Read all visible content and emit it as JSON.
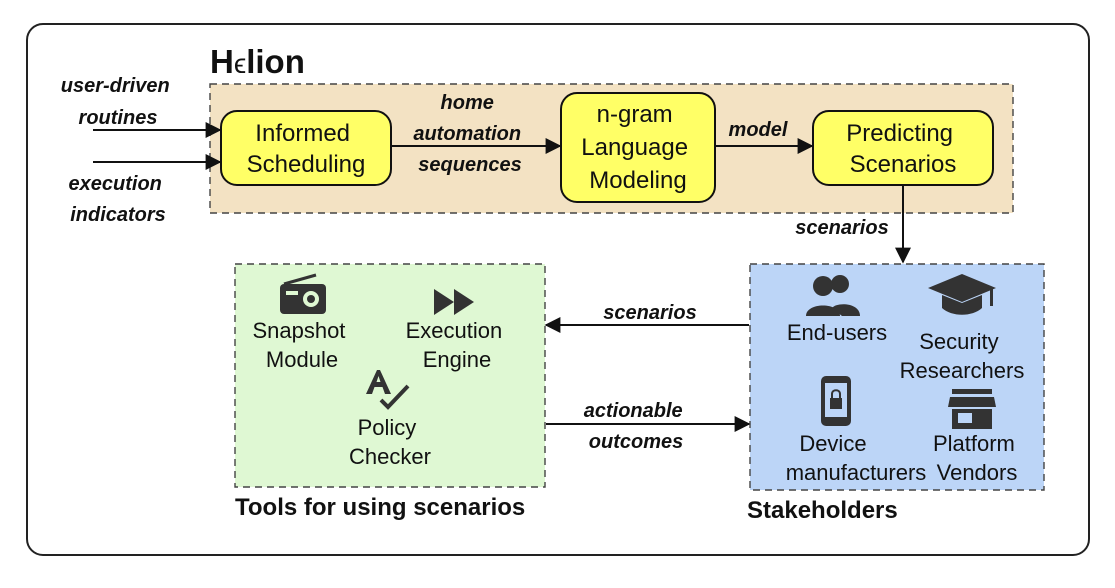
{
  "system": {
    "name": "Hϵlion",
    "name_prefix": "H",
    "name_mid": "ϵ",
    "name_suffix": "lion"
  },
  "inputs": {
    "routines": [
      "user-driven",
      "routines"
    ],
    "indicators": [
      "execution",
      "indicators"
    ]
  },
  "pipeline": {
    "informed_scheduling": [
      "Informed",
      "Scheduling"
    ],
    "language_modeling": [
      "n-gram",
      "Language",
      "Modeling"
    ],
    "predicting_scenarios": [
      "Predicting",
      "Scenarios"
    ],
    "edge_sequences": [
      "home",
      "automation",
      "sequences"
    ],
    "edge_model": "model",
    "edge_scenarios_down": "scenarios"
  },
  "tools": {
    "title": "Tools for using scenarios",
    "snapshot": [
      "Snapshot",
      "Module"
    ],
    "execution": [
      "Execution",
      "Engine"
    ],
    "policy": [
      "Policy",
      "Checker"
    ],
    "icons": [
      "radio-icon",
      "fast-forward-icon",
      "spellcheck-icon"
    ]
  },
  "stakeholders": {
    "title": "Stakeholders",
    "end_users": "End-users",
    "security": [
      "Security",
      "Researchers"
    ],
    "device": [
      "Device",
      "manufacturers"
    ],
    "platform": [
      "Platform",
      "Vendors"
    ],
    "icons": [
      "people-icon",
      "graduation-cap-icon",
      "phone-lock-icon",
      "store-icon"
    ]
  },
  "links": {
    "scenarios_to_tools": "scenarios",
    "outcomes": [
      "actionable",
      "outcomes"
    ]
  },
  "colors": {
    "pipeline_bg": "#f3e2c3",
    "node_fill": "#ffff66",
    "tools_bg": "#dff8d3",
    "stakeholders_bg": "#bcd5f7",
    "icon": "#333333"
  }
}
